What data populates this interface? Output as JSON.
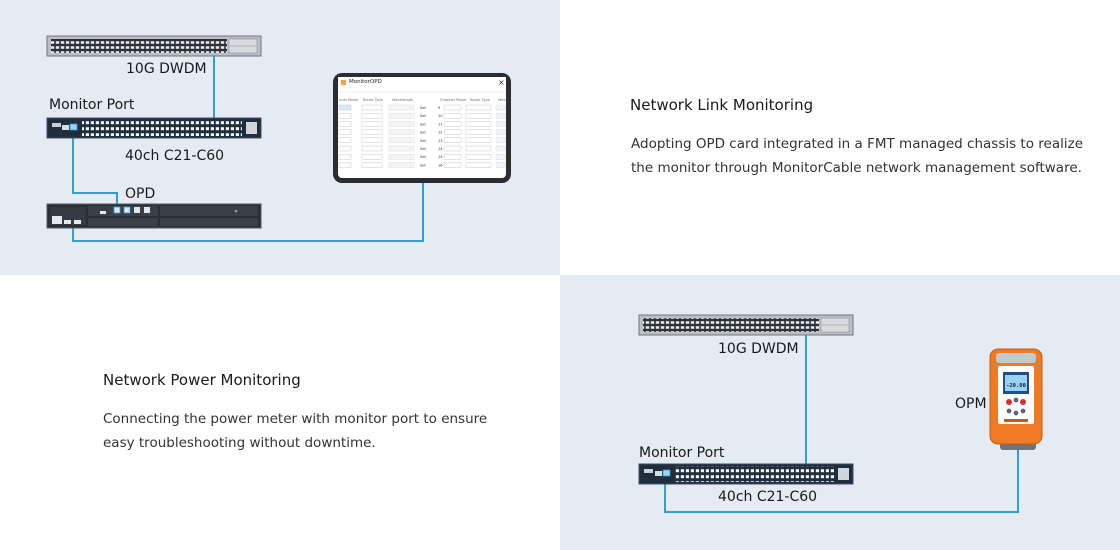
{
  "top_diagram": {
    "switch_label": "10G DWDM",
    "monitor_port_label": "Monitor Port",
    "mux_label": "40ch C21-C60",
    "opd_label": "OPD",
    "software_window": {
      "title": "MonitorOPD",
      "close_glyph": "×",
      "columns_left": [
        "Channel Power",
        "Route Type",
        "Wavelength"
      ],
      "columns_right": [
        "Channel Power",
        "Route Type",
        "Wave"
      ],
      "set_label": "Set",
      "row_numbers": [
        "9",
        "10",
        "11",
        "12",
        "13",
        "14",
        "15",
        "16"
      ]
    }
  },
  "link_monitoring": {
    "title": "Network Link Monitoring",
    "description_lines": [
      "Adopting OPD card integrated in a FMT managed chassis to realize",
      "the monitor through MonitorCable network management software."
    ]
  },
  "power_monitoring": {
    "title": "Network Power Monitoring",
    "description_lines": [
      "Connecting the power meter with monitor port to ensure",
      "easy troubleshooting without downtime."
    ]
  },
  "bottom_diagram": {
    "switch_label": "10G DWDM",
    "monitor_port_label": "Monitor Port",
    "mux_label": "40ch C21-C60",
    "opm_label": "OPM",
    "opm_screen_value": "-20.00"
  },
  "colors": {
    "panel_blue": "#e4ebf3",
    "fiber_line": "#2f9fd8",
    "device_dark": "#2a2f36",
    "opm_orange": "#f07a22"
  }
}
